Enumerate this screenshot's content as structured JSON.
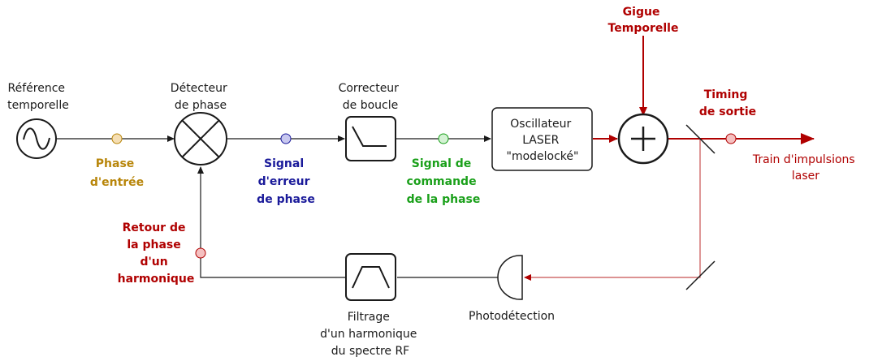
{
  "colors": {
    "black": "#1a1a1a",
    "red": "#b00000",
    "red_light": "#e06666",
    "gold": "#b8860b",
    "blue": "#1a1a9a",
    "green": "#1aa01a"
  },
  "icons": {
    "reference": "sine-wave-icon",
    "detector": "multiplier-x-icon",
    "loop_filter": "lowpass-filter-icon",
    "summer": "plus-icon",
    "bandpass": "bandpass-filter-icon",
    "photodiode": "photodetector-icon",
    "mirror": "mirror-icon"
  },
  "labels": {
    "reference": [
      "Référence",
      "temporelle"
    ],
    "detector": [
      "Détecteur",
      "de phase"
    ],
    "loop_filter": [
      "Correcteur",
      "de boucle"
    ],
    "oscillator": [
      "Oscillateur",
      "LASER",
      "\"modelocké\""
    ],
    "jitter": [
      "Gigue",
      "Temporelle"
    ],
    "timing": [
      "Timing",
      "de sortie"
    ],
    "output": [
      "Train d'impulsions",
      "laser"
    ],
    "phase_in": [
      "Phase",
      "d'entrée"
    ],
    "error": [
      "Signal",
      "d'erreur",
      "de phase"
    ],
    "command": [
      "Signal de",
      "commande",
      "de la phase"
    ],
    "feedback": [
      "Retour de",
      "la phase",
      "d'un",
      "harmonique"
    ],
    "bandpass": [
      "Filtrage",
      "d'un harmonique",
      "du spectre RF"
    ],
    "photodetection": [
      "Photodétection"
    ]
  }
}
